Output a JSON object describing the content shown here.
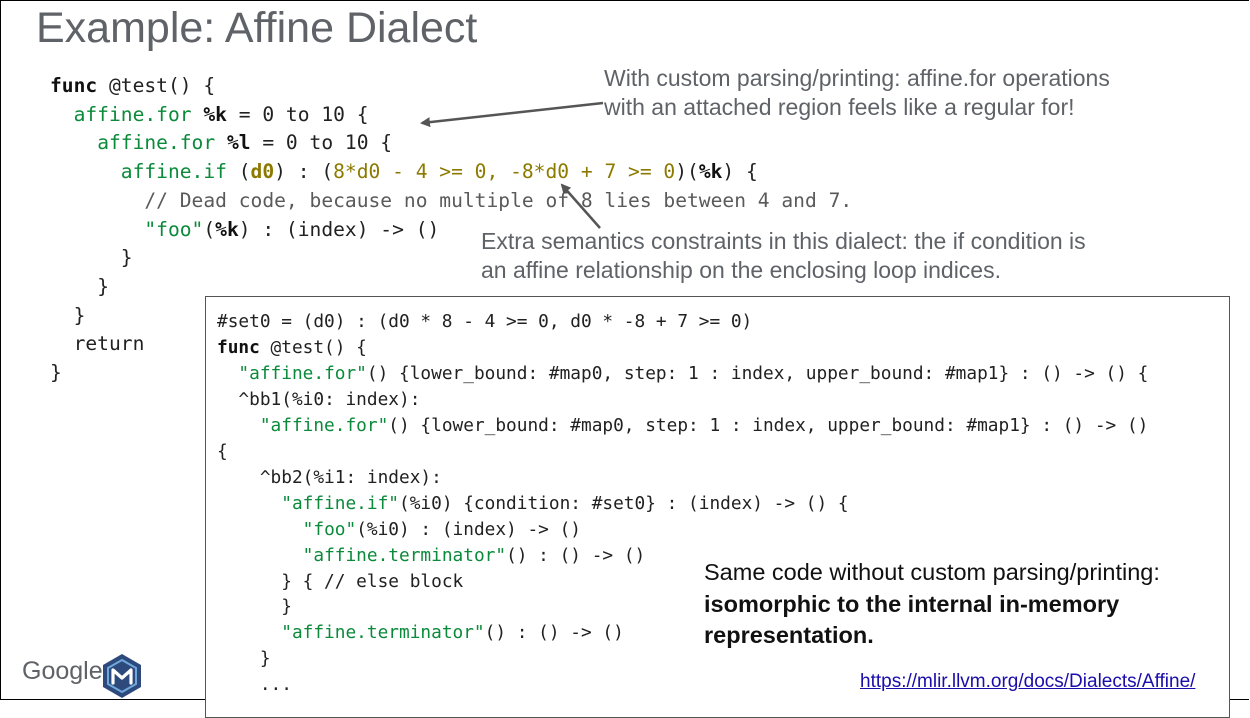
{
  "slide": {
    "title": "Example: Affine Dialect"
  },
  "code_main": {
    "l1_kw": "func",
    "l1_rest": " @test() {",
    "l2_op": "affine.for",
    "l2_var": "%k",
    "l2_rest": " = 0 to 10 {",
    "l3_op": "affine.for",
    "l3_var": "%l",
    "l3_rest": " = 0 to 10 {",
    "l4_op": "affine.if",
    "l4_open": " (",
    "l4_dim": "d0",
    "l4_mid": ") : (",
    "l4_cond": "8*d0 - 4 >= 0, -8*d0 + 7 >= 0",
    "l4_close1": ")(",
    "l4_var": "%k",
    "l4_close2": ") {",
    "l5_comment": "// Dead code, because no multiple of 8 lies between 4 and 7.",
    "l6_str": "\"foo\"",
    "l6_open": "(",
    "l6_var": "%k",
    "l6_rest": ") : (index) -> ()",
    "l7": "}",
    "l8": "}",
    "l9": "}",
    "l10": "return",
    "l11": "}"
  },
  "annotations": {
    "parsing_line1": "With custom parsing/printing: affine.for operations",
    "parsing_line2": "with an attached region feels like a regular for!",
    "semantics_line1": "Extra semantics constraints in this dialect: the if condition is",
    "semantics_line2": "an affine relationship on the enclosing loop indices."
  },
  "code_generic": {
    "g1": "#set0 = (d0) : (d0 * 8 - 4 >= 0, d0 * -8 + 7 >= 0)",
    "g2_kw": "func",
    "g2_rest": " @test() {",
    "g3_str": "\"affine.for\"",
    "g3_rest": "() {lower_bound: #map0, step: 1 : index, upper_bound: #map1} : () -> () {",
    "g4": "^bb1(%i0: index):",
    "g5_str": "\"affine.for\"",
    "g5_rest": "() {lower_bound: #map0, step: 1 : index, upper_bound: #map1} : () -> ()",
    "g6": "{",
    "g7": "^bb2(%i1: index):",
    "g8_str": "\"affine.if\"",
    "g8_rest": "(%i0) {condition: #set0} : (index) -> () {",
    "g9_str": "\"foo\"",
    "g9_rest": "(%i0) : (index) -> ()",
    "g10_str": "\"affine.terminator\"",
    "g10_rest": "() : () -> ()",
    "g11": "} { // else block",
    "g12": "}",
    "g13_str": "\"affine.terminator\"",
    "g13_rest": "() : () -> ()",
    "g14": "}",
    "g15": "..."
  },
  "summary": {
    "line1": "Same code without custom parsing/printing:",
    "line2": "isomorphic to the internal in-memory",
    "line3": "representation."
  },
  "link": {
    "url_text": "https://mlir.llvm.org/docs/Dialects/Affine/"
  },
  "footer": {
    "google_logo": "Google",
    "mlir_logo_icon": "mlir-hexagon-icon"
  },
  "colors": {
    "op_green": "#0a8a3a",
    "cond_olive": "#8c7a00",
    "title_gray": "#5f6368",
    "link_blue": "#1a0dab",
    "logo_blue": "#2e4a7d"
  }
}
